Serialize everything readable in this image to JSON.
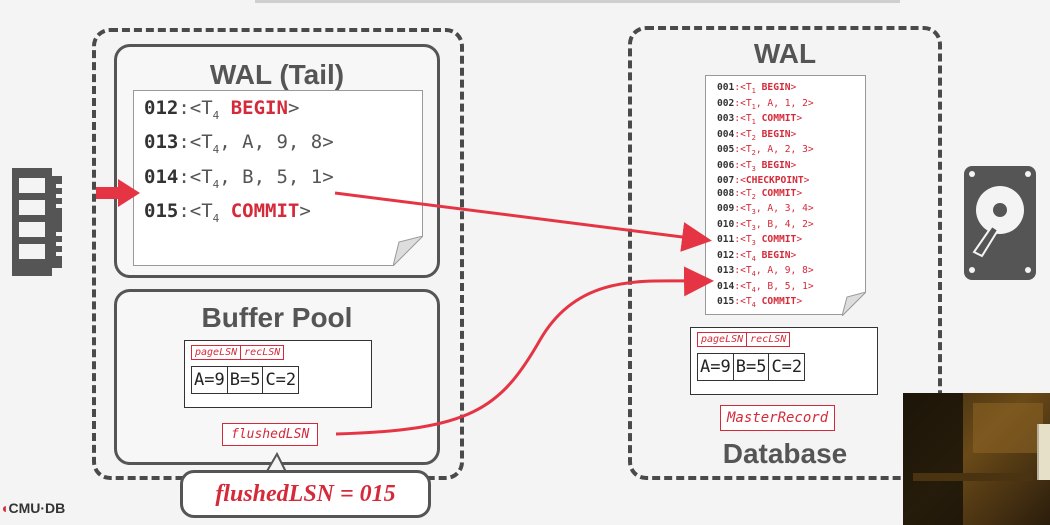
{
  "left_panel": {
    "wal_tail": {
      "title": "WAL (Tail)",
      "lines": [
        {
          "lsn": "012",
          "pre": "<T",
          "sub": "4",
          "rest": " ",
          "kw": "BEGIN",
          "post": ">"
        },
        {
          "lsn": "013",
          "pre": "<T",
          "sub": "4",
          "rest": ", A, 9, 8>",
          "kw": "",
          "post": ""
        },
        {
          "lsn": "014",
          "pre": "<T",
          "sub": "4",
          "rest": ", B, 5, 1>",
          "kw": "",
          "post": ""
        },
        {
          "lsn": "015",
          "pre": "<T",
          "sub": "4",
          "rest": " ",
          "kw": "COMMIT",
          "post": ">"
        }
      ]
    },
    "buffer_pool": {
      "title": "Buffer Pool",
      "headers": [
        "pageLSN",
        "recLSN"
      ],
      "values": [
        "A=9",
        "B=5",
        "C=2"
      ],
      "flushed_tag": "flushedLSN"
    },
    "callout": "flushedLSN = 015"
  },
  "right_panel": {
    "wal": {
      "title": "WAL",
      "lines": [
        {
          "lsn": "001",
          "text": ":<T",
          "sub": "1",
          "rest": " ",
          "kw": "BEGIN",
          "post": ">"
        },
        {
          "lsn": "002",
          "text": ":<T",
          "sub": "1",
          "rest": ", A, 1, 2>",
          "kw": "",
          "post": ""
        },
        {
          "lsn": "003",
          "text": ":<T",
          "sub": "1",
          "rest": " ",
          "kw": "COMMIT",
          "post": ">"
        },
        {
          "lsn": "004",
          "text": ":<T",
          "sub": "2",
          "rest": " ",
          "kw": "BEGIN",
          "post": ">"
        },
        {
          "lsn": "005",
          "text": ":<T",
          "sub": "2",
          "rest": ", A, 2, 3>",
          "kw": "",
          "post": ""
        },
        {
          "lsn": "006",
          "text": ":<T",
          "sub": "3",
          "rest": " ",
          "kw": "BEGIN",
          "post": ">"
        },
        {
          "lsn": "007",
          "text": ":<",
          "sub": "",
          "rest": "",
          "kw": "CHECKPOINT",
          "post": ">"
        },
        {
          "lsn": "008",
          "text": ":<T",
          "sub": "2",
          "rest": " ",
          "kw": "COMMIT",
          "post": ">"
        },
        {
          "lsn": "009",
          "text": ":<T",
          "sub": "3",
          "rest": ", A, 3, 4>",
          "kw": "",
          "post": ""
        },
        {
          "lsn": "010",
          "text": ":<T",
          "sub": "3",
          "rest": ", B, 4, 2>",
          "kw": "",
          "post": ""
        },
        {
          "lsn": "011",
          "text": ":<T",
          "sub": "3",
          "rest": " ",
          "kw": "COMMIT",
          "post": ">"
        },
        {
          "lsn": "012",
          "text": ":<T",
          "sub": "4",
          "rest": " ",
          "kw": "BEGIN",
          "post": ">"
        },
        {
          "lsn": "013",
          "text": ":<T",
          "sub": "4",
          "rest": ", A, 9, 8>",
          "kw": "",
          "post": ""
        },
        {
          "lsn": "014",
          "text": ":<T",
          "sub": "4",
          "rest": ", B, 5, 1>",
          "kw": "",
          "post": ""
        },
        {
          "lsn": "015",
          "text": ":<T",
          "sub": "4",
          "rest": " ",
          "kw": "COMMIT",
          "post": ">"
        }
      ]
    },
    "headers": [
      "pageLSN",
      "recLSN"
    ],
    "values": [
      "A=9",
      "B=5",
      "C=2"
    ],
    "master_record": "MasterRecord",
    "database_label": "Database"
  },
  "logo": "CMU·DB",
  "icons": {
    "left": "memory-chip-icon",
    "right": "hard-disk-icon"
  },
  "colors": {
    "accent": "#d42a3a",
    "frame": "#4a4a4a"
  }
}
